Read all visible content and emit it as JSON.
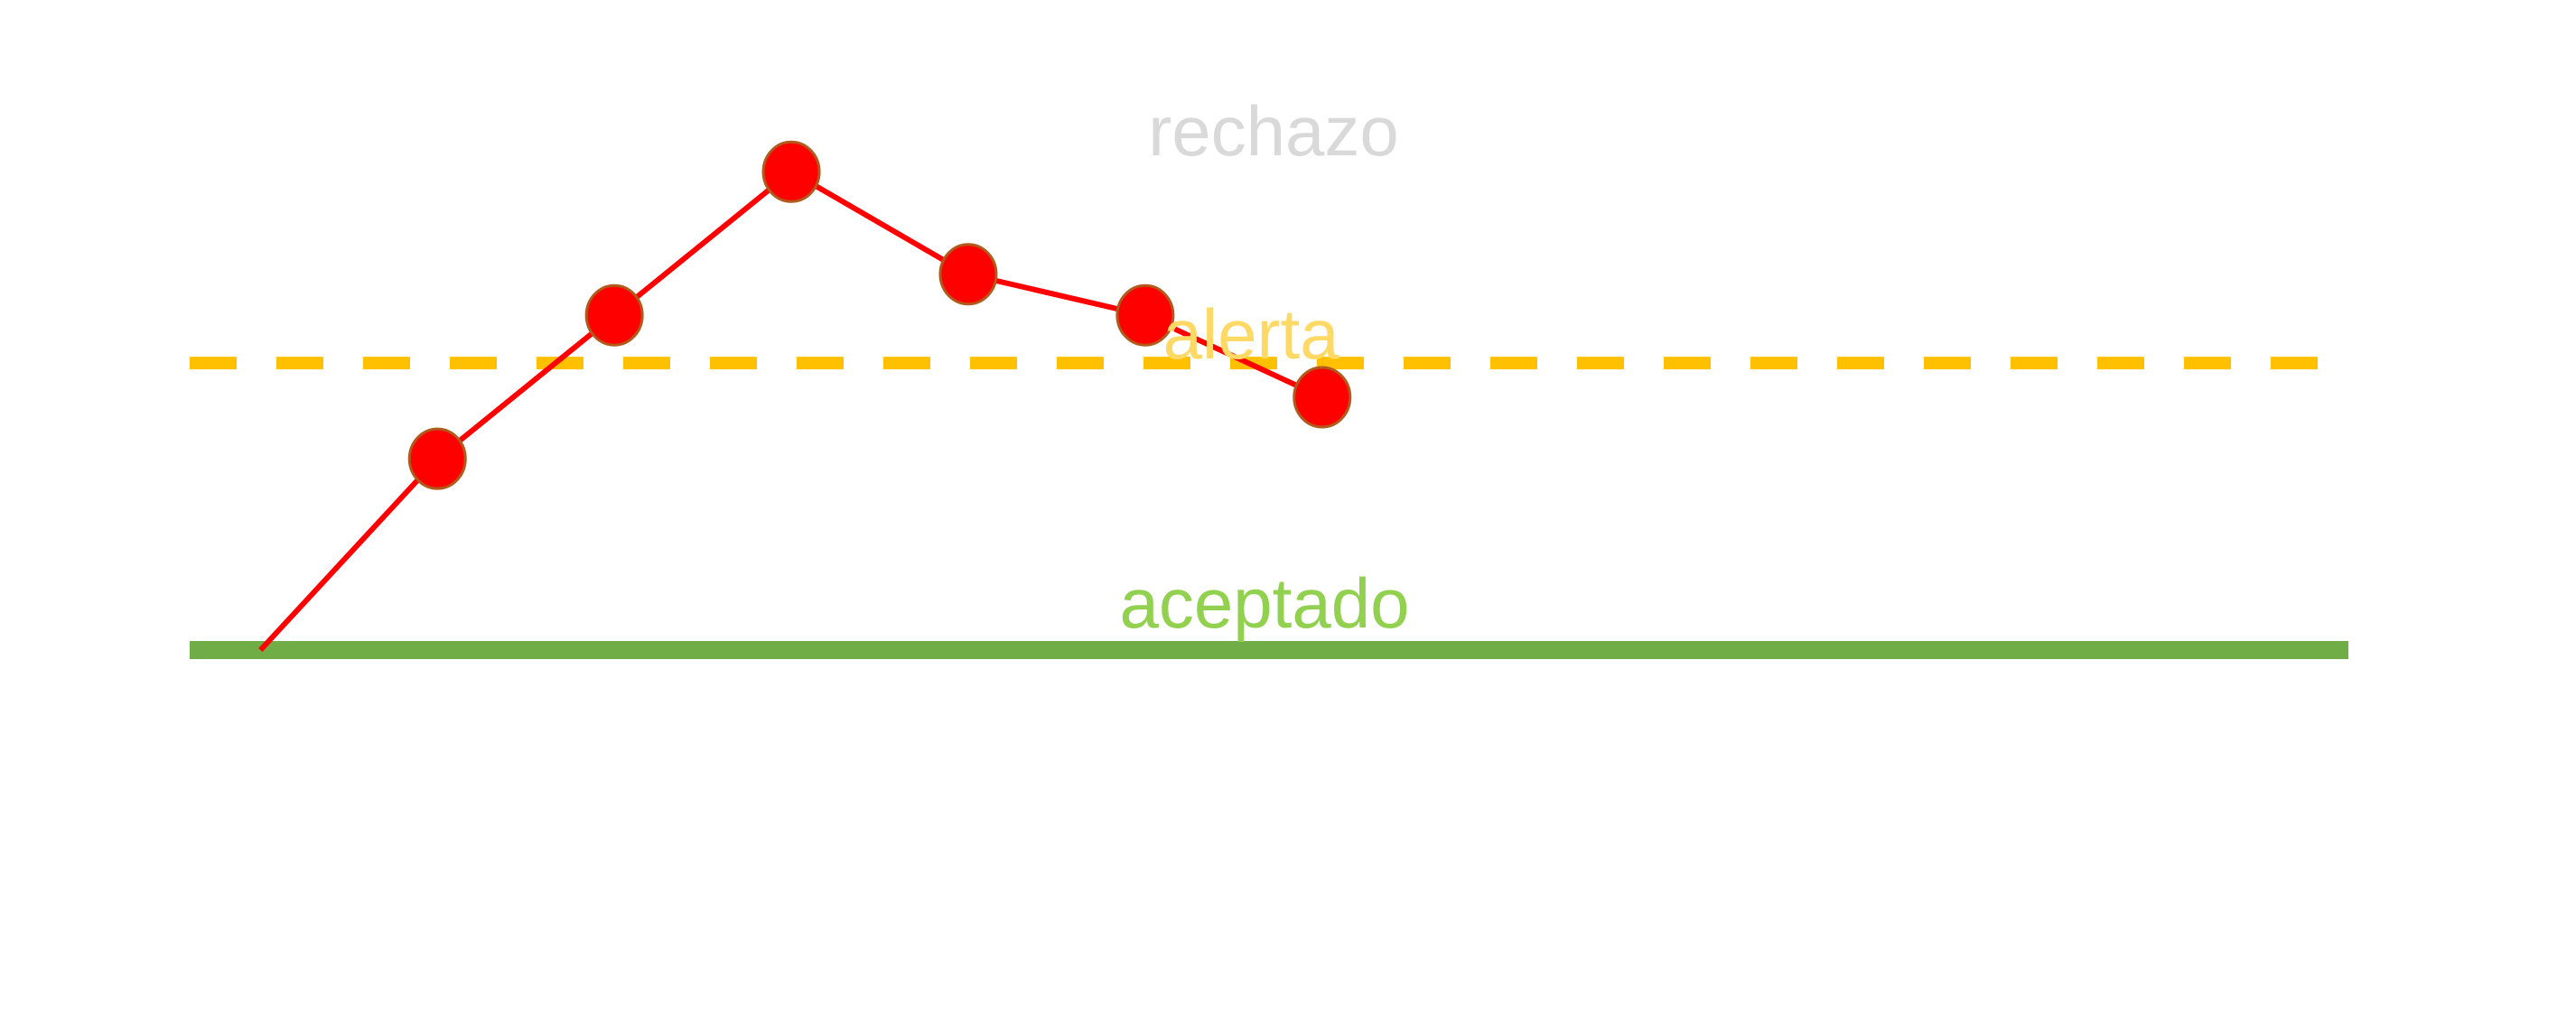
{
  "chart_data": {
    "type": "line",
    "title": "",
    "xlabel": "",
    "ylabel": "",
    "grid": false,
    "x": [
      0,
      1,
      2,
      3,
      4,
      5,
      6
    ],
    "xlim": [
      -0.4,
      11.8
    ],
    "ylim": [
      -3.7,
      7.4
    ],
    "series": [
      {
        "values": [
          0,
          2.8,
          4.9,
          7.0,
          5.5,
          4.9,
          3.7
        ],
        "color": "#ff0000",
        "markers": [
          false,
          true,
          true,
          true,
          true,
          true,
          true
        ]
      }
    ],
    "reference_lines": [
      {
        "value": 0,
        "style": "solid",
        "color": "#70ad47"
      },
      {
        "value": 4.2,
        "style": "dashed",
        "color": "#ffc000"
      }
    ],
    "zone_labels": [
      {
        "text": "rechazo",
        "color": "#d9d9d9"
      },
      {
        "text": "alerta",
        "color": "#ffd966"
      },
      {
        "text": "aceptado",
        "color": "#92d050"
      }
    ]
  }
}
